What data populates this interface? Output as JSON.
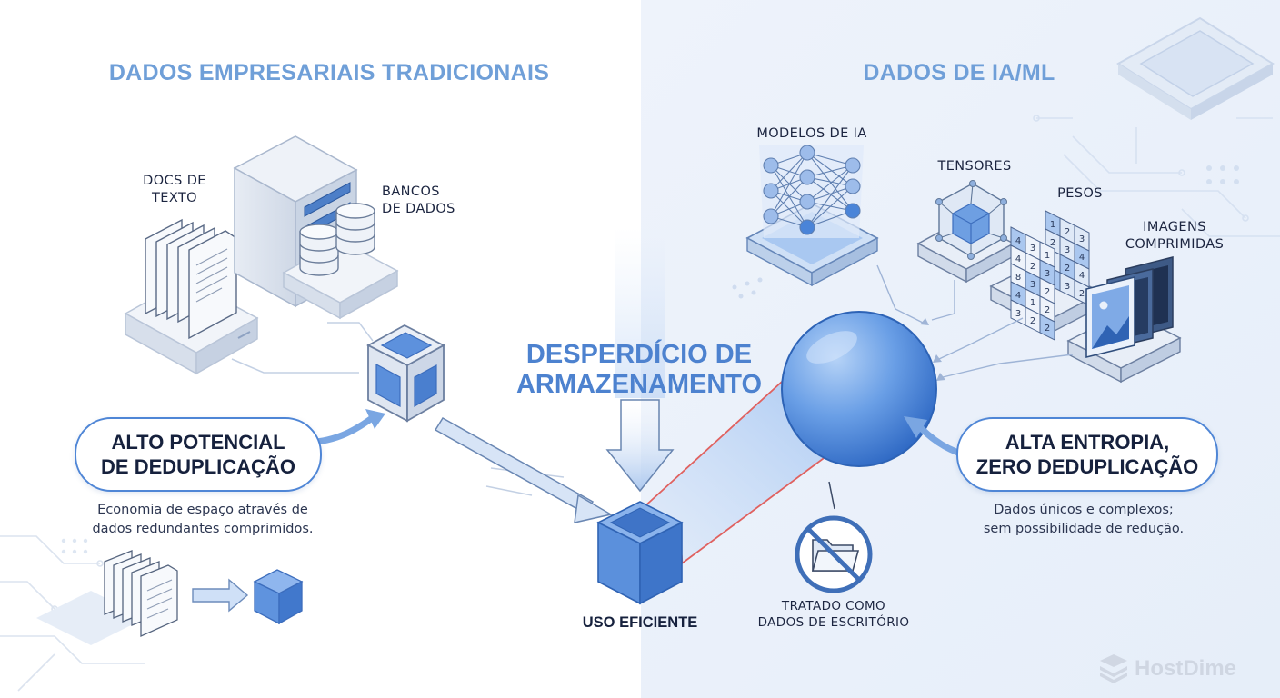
{
  "left": {
    "heading": "DADOS EMPRESARIAIS TRADICIONAIS",
    "docs_label": [
      "DOCS DE",
      "TEXTO"
    ],
    "db_label": [
      "BANCOS",
      "DE DADOS"
    ],
    "callout": [
      "ALTO POTENCIAL",
      "DE DEDUPLICAÇÃO"
    ],
    "description": [
      "Economia de espaço através de",
      "dados redundantes comprimidos."
    ]
  },
  "right": {
    "heading": "DADOS DE IA/ML",
    "models_label": "MODELOS DE IA",
    "tensors_label": "TENSORES",
    "weights_label": "PESOS",
    "images_label": [
      "IMAGENS",
      "COMPRIMIDAS"
    ],
    "callout": [
      "ALTA ENTROPIA,",
      "ZERO DEDUPLICAÇÃO"
    ],
    "description": [
      "Dados únicos e complexos;",
      "sem possibilidade de redução."
    ],
    "weight_digits": [
      "1",
      "2",
      "3",
      "2",
      "3",
      "4",
      "1",
      "2",
      "4",
      "3",
      "3",
      "2",
      "4",
      "3",
      "1",
      "4",
      "2",
      "3",
      "8",
      "3",
      "2",
      "4",
      "1",
      "2",
      "3",
      "2",
      "2",
      "1",
      "3",
      "4",
      "3",
      "2"
    ]
  },
  "center": {
    "waste_label": [
      "DESPERDÍCIO DE",
      "ARMAZENAMENTO"
    ],
    "efficient_label": "USO EFICIENTE",
    "office_label": [
      "TRATADO COMO",
      "DADOS DE ESCRITÓRIO"
    ]
  },
  "brand": "HostDime",
  "colors": {
    "accent": "#4a86d8",
    "heading": "#6f9fd8",
    "dark_text": "#1c2540",
    "right_panel_bg": "#edf2fa",
    "callout_border": "#4f86d6",
    "waste_outline": "#e0615f"
  }
}
